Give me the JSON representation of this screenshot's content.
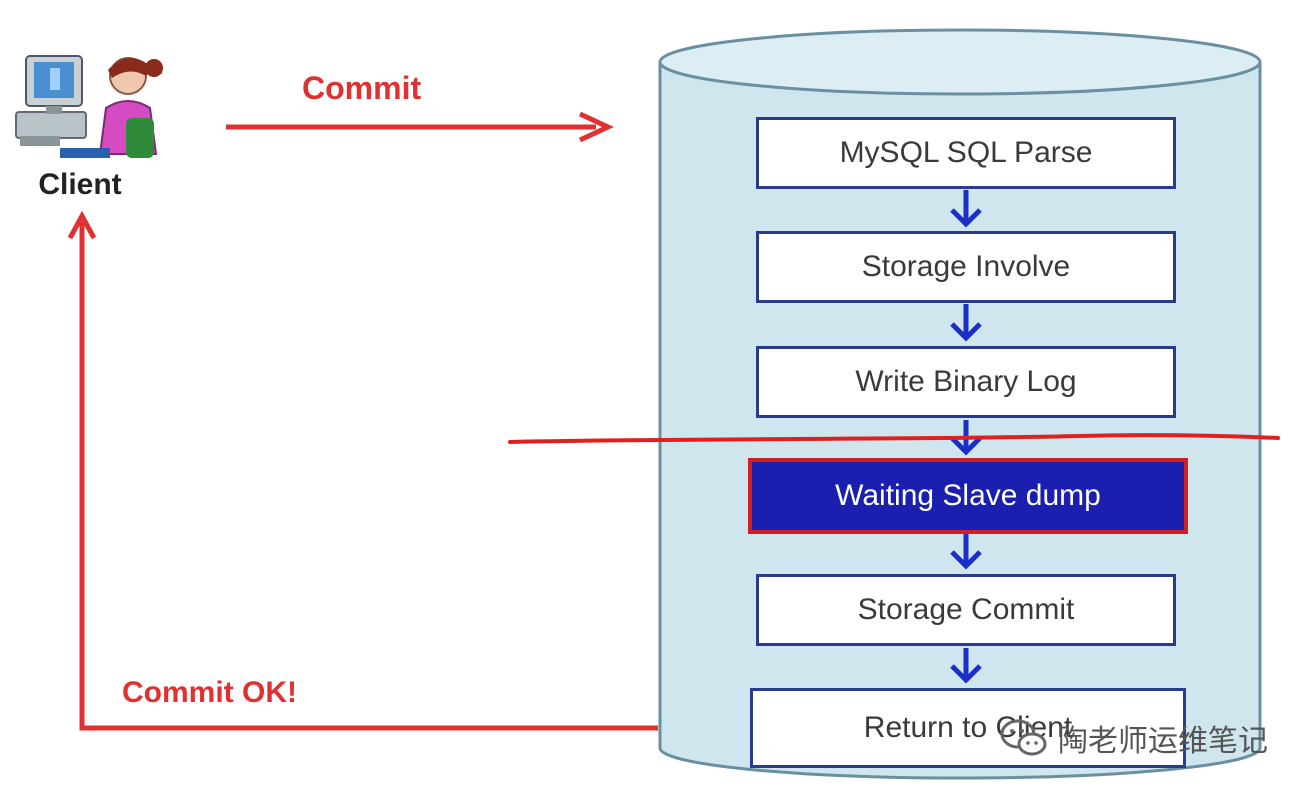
{
  "client": {
    "label": "Client"
  },
  "arrows": {
    "commit": "Commit",
    "commit_ok": "Commit OK!"
  },
  "steps": [
    {
      "label": "MySQL SQL Parse"
    },
    {
      "label": "Storage Involve"
    },
    {
      "label": "Write Binary Log"
    },
    {
      "label": "Waiting Slave dump"
    },
    {
      "label": "Storage Commit"
    },
    {
      "label": "Return to Client"
    }
  ],
  "highlighted_step": "Waiting Slave dump",
  "watermark": {
    "text": "陶老师运维笔记",
    "icon": "wechat-icon"
  },
  "colors": {
    "arrow_red": "#e03030",
    "cylinder": "#cfe6ee",
    "step_border": "#2a3a8c",
    "highlight_fill": "#1b1fb0",
    "down_arrow": "#1a2fc8"
  }
}
